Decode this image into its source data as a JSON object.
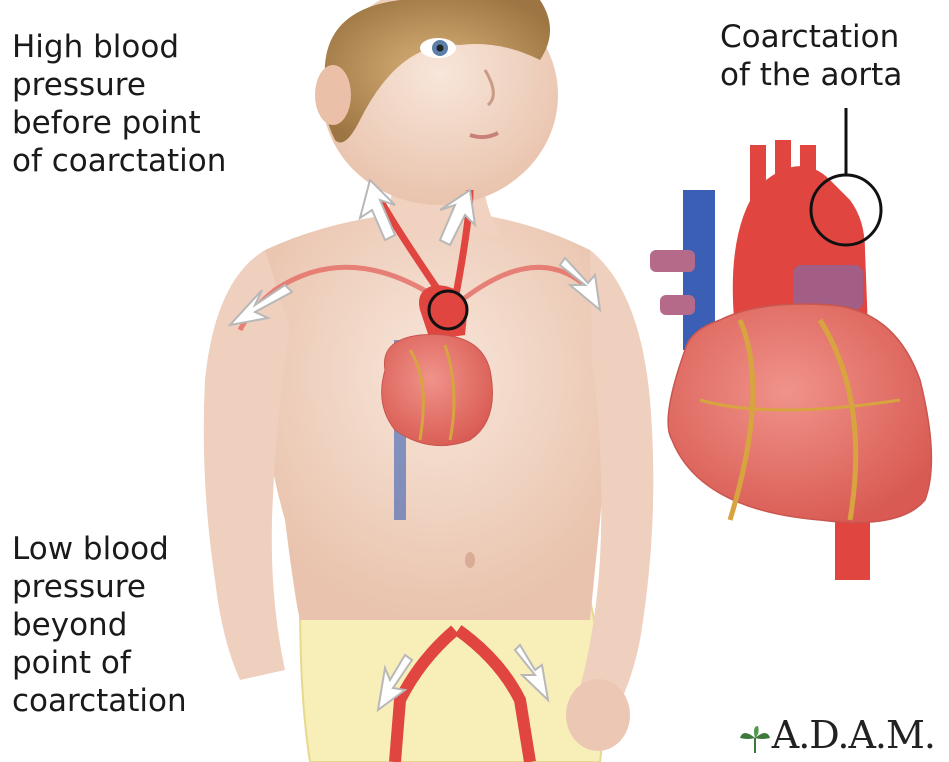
{
  "labels": {
    "high_bp": [
      "High blood",
      "pressure",
      "before point",
      "of coarctation"
    ],
    "low_bp": [
      "Low blood",
      "pressure",
      "beyond",
      "point of",
      "coarctation"
    ],
    "coarctation": [
      "Coarctation",
      "of the aorta"
    ]
  },
  "logo": {
    "text": "A.D.A.M.",
    "icon": "leaf-icon"
  },
  "colors": {
    "artery": "#e0453f",
    "vein": "#3a5fb4",
    "heart": "#e8706a",
    "skin": "#f3d8c8",
    "shorts": "#f7eeb8"
  }
}
